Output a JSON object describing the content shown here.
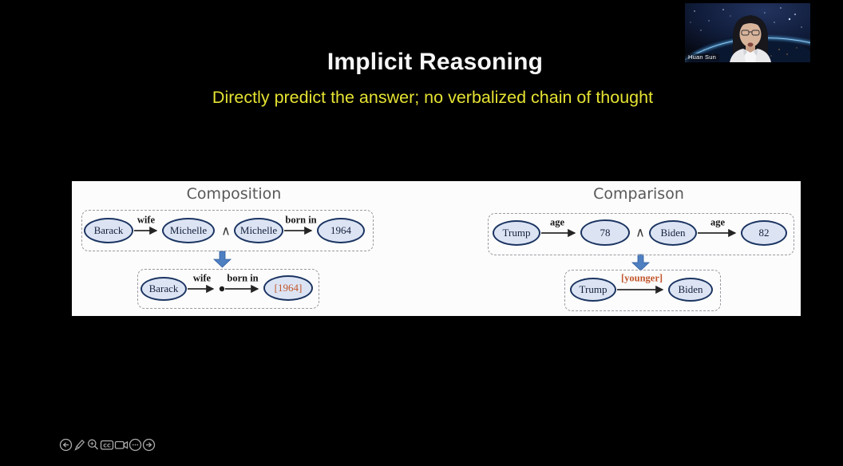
{
  "slide": {
    "title": "Implicit Reasoning",
    "subtitle": "Directly predict the answer; no verbalized chain of thought"
  },
  "diagram": {
    "composition": {
      "heading": "Composition",
      "premise": {
        "subject1": "Barack",
        "relation1": "wife",
        "object1": "Michelle",
        "and_symbol": "∧",
        "subject2": "Michelle",
        "relation2": "born in",
        "object2": "1964"
      },
      "conclusion": {
        "subject": "Barack",
        "relation1": "wife",
        "relation2": "born in",
        "answer": "[1964]"
      }
    },
    "comparison": {
      "heading": "Comparison",
      "premise": {
        "subject1": "Trump",
        "relation1": "age",
        "object1": "78",
        "and_symbol": "∧",
        "subject2": "Biden",
        "relation2": "age",
        "object2": "82"
      },
      "conclusion": {
        "subject": "Trump",
        "relation": "[younger]",
        "object": "Biden"
      }
    }
  },
  "webcam": {
    "participant_name": "Huan Sun"
  },
  "toolbar": {
    "cc_label": "CC",
    "icon_names": [
      "previous-arrow-icon",
      "pencil-icon",
      "magnifier-icon",
      "closed-captions-icon",
      "camera-icon",
      "more-options-icon",
      "next-arrow-icon"
    ]
  },
  "colors": {
    "background": "#000000",
    "title_white": "#f6f6f6",
    "subtitle_yellow": "#e5e232",
    "panel_white": "#fcfcfc",
    "node_fill": "#dce4f4",
    "node_border": "#1b3461",
    "answer_orange": "#c1562b",
    "flow_arrow_blue": "#4e7fc1",
    "heading_grey": "#58585a",
    "toolbar_grey": "#ababab"
  }
}
